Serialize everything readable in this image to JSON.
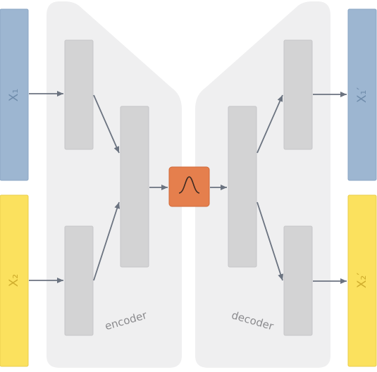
{
  "inputs": [
    {
      "label": "X₁",
      "color": "#9db6d1"
    },
    {
      "label": "X₂",
      "color": "#fbe15e"
    }
  ],
  "outputs": [
    {
      "label": "X₁′",
      "color": "#9db6d1"
    },
    {
      "label": "X₂′",
      "color": "#fbe15e"
    }
  ],
  "encoder": {
    "label": "encoder"
  },
  "decoder": {
    "label": "decoder"
  },
  "latent": {
    "color": "#e57f4d",
    "icon": "gaussian-curve-icon"
  },
  "colors": {
    "panel": "#efeff0",
    "layer": "#d3d3d4",
    "arrow": "#6b7380",
    "input_text": "#7f9bb8",
    "yellow_text": "#d8b73c"
  }
}
